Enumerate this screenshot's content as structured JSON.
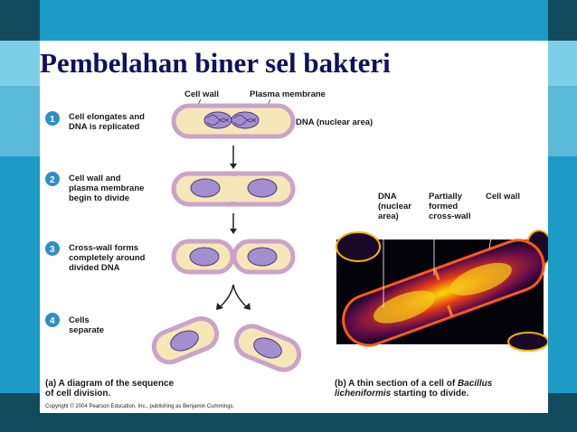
{
  "slide_title": "Pembelahan biner sel bakteri",
  "labels": {
    "cell_wall_top": "Cell wall",
    "plasma_membrane_top": "Plasma membrane",
    "dna_nuclear_area": "DNA (nuclear area)"
  },
  "steps": [
    {
      "number": "1",
      "line1": "Cell elongates and",
      "line2": "DNA is replicated",
      "line3": ""
    },
    {
      "number": "2",
      "line1": "Cell wall and",
      "line2": "plasma membrane",
      "line3": "begin to divide"
    },
    {
      "number": "3",
      "line1": "Cross-wall forms",
      "line2": "completely around",
      "line3": "divided DNA"
    },
    {
      "number": "4",
      "line1": "Cells",
      "line2": "separate",
      "line3": ""
    }
  ],
  "micro_labels": {
    "dna": [
      "DNA",
      "(nuclear",
      "area)"
    ],
    "partial": [
      "Partially",
      "formed",
      "cross-wall"
    ],
    "cell_wall": "Cell wall"
  },
  "caption_a": {
    "line1": "(a) A diagram of the sequence",
    "line2": "of cell division."
  },
  "caption_b": {
    "prefix": "(b) A thin section of a cell of ",
    "italic1": "Bacillus",
    "italic2": "licheniformis",
    "rest": " starting to divide."
  },
  "copyright": "Copyright © 2004 Pearson Education, Inc., publishing as Benjamin Cummings.",
  "colors": {
    "accent": "#1d9bc7",
    "dark": "#114a5c",
    "title": "#101060",
    "step_circle": "#2f8fc4",
    "cell_wall": "#caa3c8",
    "cell_fill": "#f6e6b8",
    "dna": "#6a4f9a"
  }
}
